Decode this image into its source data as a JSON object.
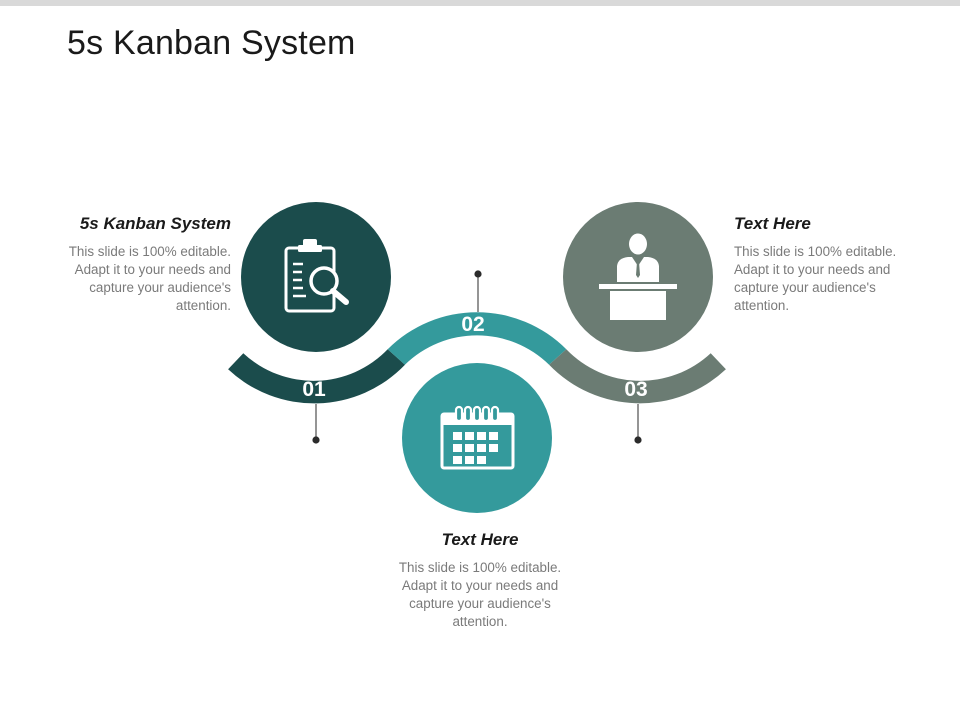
{
  "title": "5s Kanban System",
  "colors": {
    "dark_teal": "#1b4c4c",
    "teal": "#349a9c",
    "gray_green": "#6b7c73",
    "connector": "#2b2b2b"
  },
  "steps": [
    {
      "number": "01",
      "heading": "5s Kanban System",
      "body": "This slide is 100% editable. Adapt it to your needs and capture your audience's attention.",
      "icon": "clipboard-search-icon",
      "color": "dark_teal"
    },
    {
      "number": "02",
      "heading": "Text Here",
      "body": "This slide is 100% editable. Adapt it to your needs and capture your audience's attention.",
      "icon": "calendar-icon",
      "color": "teal"
    },
    {
      "number": "03",
      "heading": "Text Here",
      "body": "This slide is 100% editable. Adapt it to your needs and capture your audience's attention.",
      "icon": "presenter-podium-icon",
      "color": "gray_green"
    }
  ]
}
